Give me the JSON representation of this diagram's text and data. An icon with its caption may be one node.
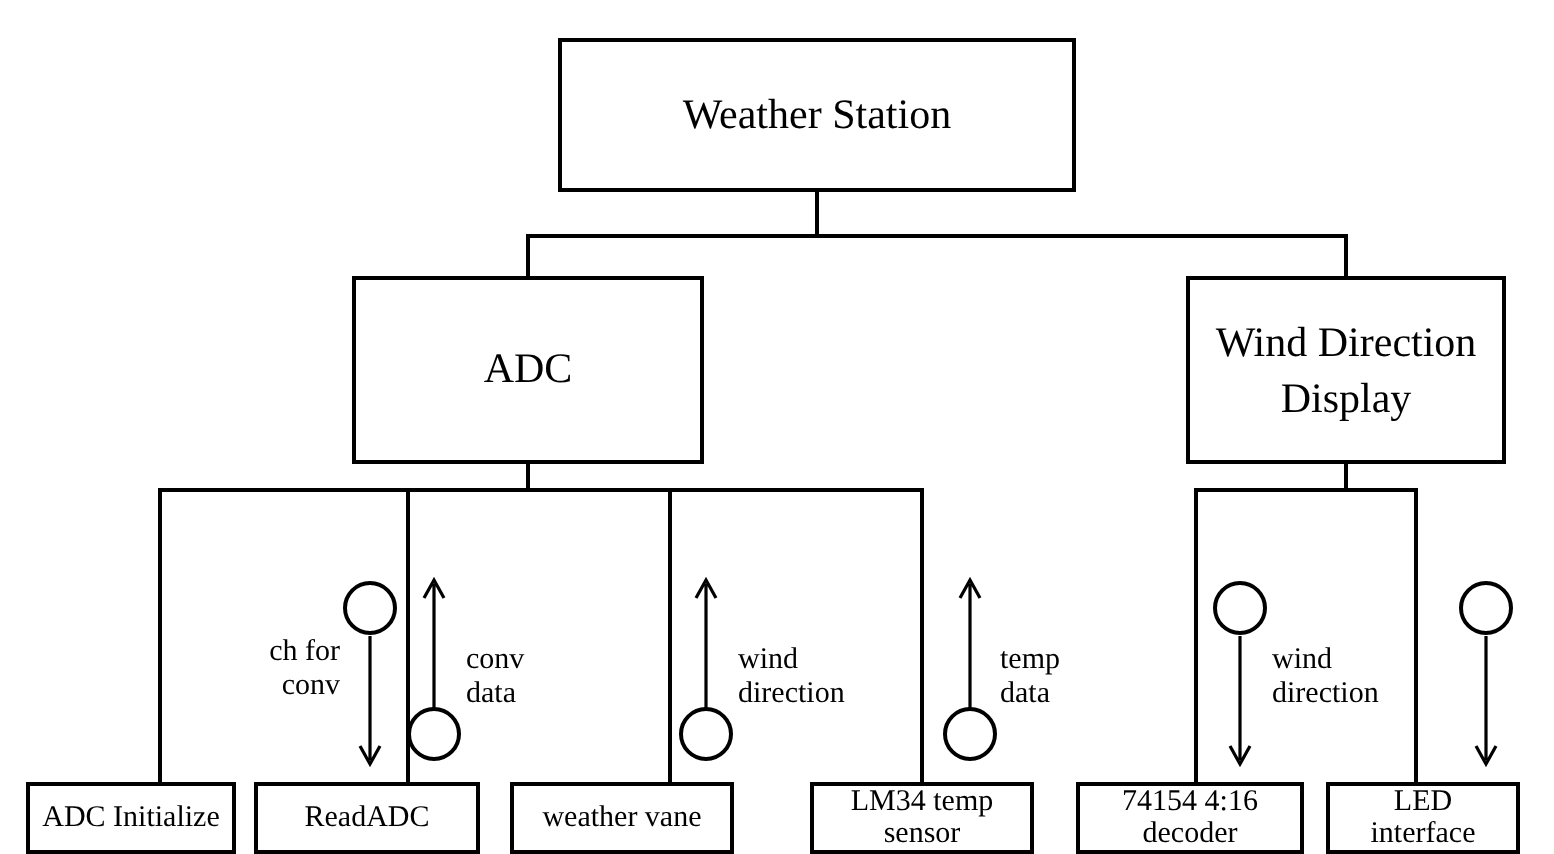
{
  "diagram": {
    "nodes": [
      {
        "text": [
          "Weather Station"
        ]
      },
      {
        "text": [
          "ADC"
        ]
      },
      {
        "text": [
          "Wind Direction Display"
        ]
      },
      {
        "text": [
          "ADC Initialize"
        ]
      },
      {
        "text": [
          "ReadADC"
        ]
      },
      {
        "text": [
          "weather vane"
        ]
      },
      {
        "text": [
          "LM34 temp sensor"
        ]
      },
      {
        "text": [
          "74154 4:16 decoder"
        ]
      },
      {
        "text": [
          "LED interface"
        ]
      }
    ],
    "edges": [
      {
        "from": 0,
        "to": 1,
        "arrow": "none"
      },
      {
        "from": 0,
        "to": 2,
        "arrow": "none"
      },
      {
        "from": 1,
        "to": 3,
        "arrow": "none"
      },
      {
        "from": 1,
        "to": 4,
        "arrow": "none"
      },
      {
        "from": 1,
        "to": 5,
        "arrow": "none"
      },
      {
        "from": 1,
        "to": 6,
        "arrow": "none"
      },
      {
        "from": 2,
        "to": 7,
        "arrow": "none"
      },
      {
        "from": 2,
        "to": 8,
        "arrow": "none"
      }
    ],
    "labels": [
      "ch for conv",
      "conv data",
      "wind direction",
      "temp data",
      "wind direction"
    ]
  }
}
